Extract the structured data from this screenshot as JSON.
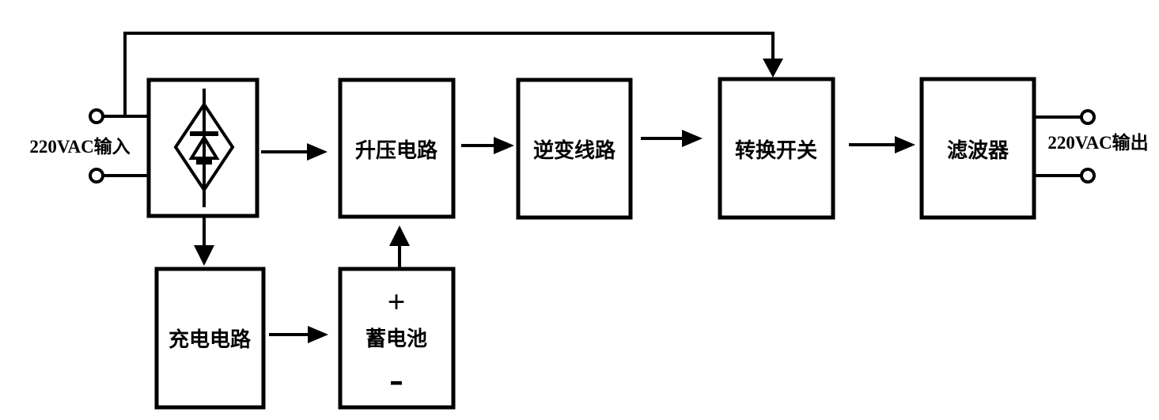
{
  "diagram": {
    "background_color": "#ffffff",
    "line_color": "#000000",
    "input_label": "220VAC输入",
    "output_label": "220VAC输出",
    "blocks": {
      "rectifier": {
        "label": "",
        "symbol": "diode-in-diamond"
      },
      "boost": {
        "label": "升压电路"
      },
      "inverter": {
        "label": "逆变线路"
      },
      "transfer_switch": {
        "label": "转换开关"
      },
      "filter": {
        "label": "滤波器"
      },
      "charger": {
        "label": "充电电路"
      },
      "battery": {
        "label": "蓄电池",
        "plus": "+",
        "minus": "-"
      }
    }
  }
}
